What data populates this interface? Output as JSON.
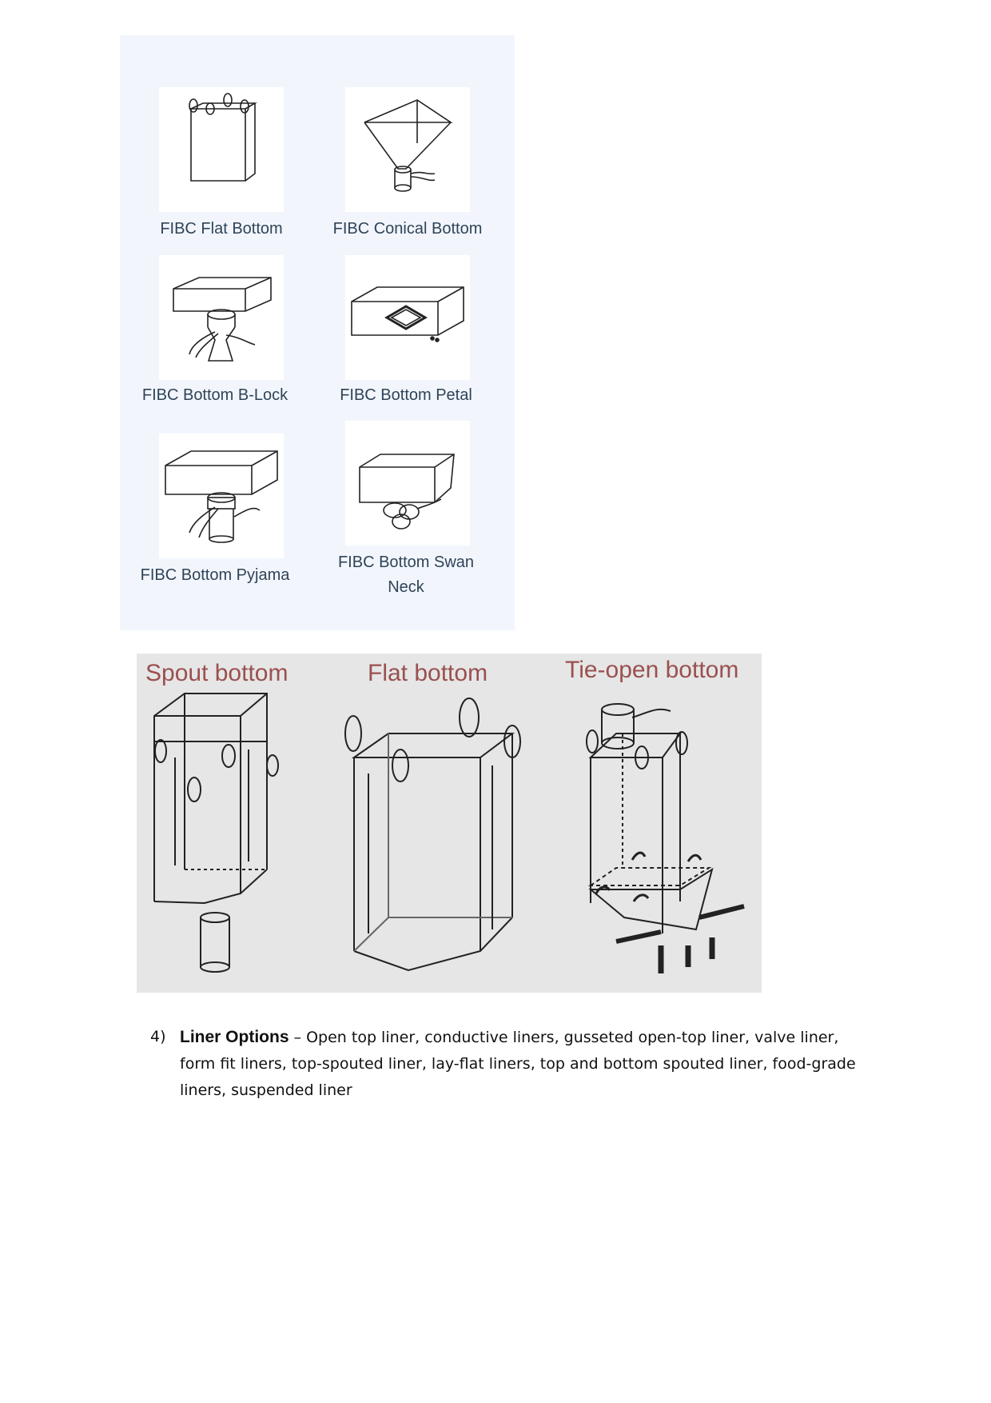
{
  "figure_bottom_types": {
    "captions": [
      "FIBC Flat Bottom",
      "FIBC Conical Bottom",
      "FIBC Bottom B-Lock",
      "FIBC Bottom Petal",
      "FIBC Bottom Pyjama",
      "FIBC Bottom Swan",
      "Neck"
    ],
    "caption_color": "#2f4358",
    "panel_color": "#f2f6fc"
  },
  "figure_bag_styles": {
    "titles": [
      "Spout bottom",
      "Flat bottom",
      "Tie-open bottom"
    ],
    "title_color": "#9a5050",
    "panel_color": "#e6e6e6"
  },
  "list_item": {
    "number": "4)",
    "term": "Liner Options",
    "description": " – Open top liner, conductive liners, gusseted open-top liner, valve liner, form fit liners, top-spouted liner, lay-flat liners, top and bottom spouted liner, food-grade liners, suspended liner"
  }
}
